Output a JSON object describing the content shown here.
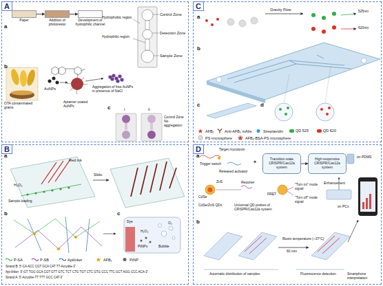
{
  "diagram": {
    "nodes": [
      {
        "text": [
          "A"
        ]
      },
      {
        "text": [
          "Paper"
        ],
        "in": 0
      },
      {
        "text": [
          "Addition of photoresist"
        ],
        "in": 0
      },
      {
        "text": [
          "Development of hydrophilic channel"
        ],
        "in": 0
      },
      {
        "text": [
          "B"
        ]
      },
      {
        "text": [
          "C"
        ]
      },
      {
        "text": [
          "D"
        ]
      },
      {
        "text": [
          "Transition-state CRISPR/Cas12a system"
        ],
        "in": 6
      },
      {
        "text": [
          "High-responsive CRISPR/Cas12a system"
        ],
        "in": 6
      }
    ],
    "edges": [
      {
        "from": 1,
        "to": 2,
        "arrow": "to"
      },
      {
        "from": 2,
        "to": 3,
        "arrow": "to"
      },
      {
        "from": 7,
        "to": 8,
        "arrow": "to"
      }
    ],
    "labels": [
      "a",
      "Hydrophobic region",
      "Hydrophilic region",
      "Control Zone",
      "Detection Zone",
      "Sample Zone",
      "b",
      "OTA contaminated grains",
      "AuNPs",
      "Aptamer coated AuNPs",
      "Aggregation of free AuNPs in presence of NaCl",
      "c",
      "i",
      "ii",
      "Control Zone No aggregation",
      "a",
      "Red ink",
      "H₂O₂",
      "Sample loading",
      "Slide",
      "b",
      "c",
      "Dye",
      "H₂O₂",
      "O₂",
      "Bubble",
      "PtNPs",
      "Strand B: 5'-CA ACC CGT GCA CAT TT-Acrydite-3'",
      "Apt-linker: 5'-GT TGG GCA CGT GTT GTC TCT CTG TGT CTC GTG CCC TTC GCT AGG CCC ACA-3'",
      "Strand A: 5'-Acrydite-TT TTT GCC CAT-3'",
      "a",
      "Gravity Flow",
      "525nm",
      "620nm",
      "b",
      "c",
      "d",
      "a",
      "Target mycotoxin",
      "Trigger switch",
      "Released activator",
      "+",
      "on PDMS",
      "Enhancement",
      "on PCs",
      "ZnS",
      "CdSe",
      "CdSe/ZnS QDs",
      "Reporter",
      "FRET",
      "\"Turn on\" mode signal",
      "\"Turn off\" mode signal",
      "Universal QD probes of CRISPR/Cas12a system",
      "b",
      "Room temperature (~37°C)",
      "60 min",
      "Automatic distribution of samples",
      "Fluorescence detection",
      "Smartphone interpretation"
    ],
    "legend": [
      {
        "text": "P-SA"
      },
      {
        "text": "P-SB"
      },
      {
        "text": "Aptlinker"
      },
      {
        "text": "AFB₁"
      },
      {
        "text": "PtNP"
      },
      {
        "text": "AFB₁"
      },
      {
        "text": "Anti-AFB₁ mAbs"
      },
      {
        "text": "Streptavidin"
      },
      {
        "text": "QD 525",
        "color": "#2fae4a"
      },
      {
        "text": "QD 620",
        "color": "#e0302a"
      },
      {
        "text": "PS microsphere"
      },
      {
        "text": "AFB₁-BSA-PS microsphere"
      }
    ]
  }
}
